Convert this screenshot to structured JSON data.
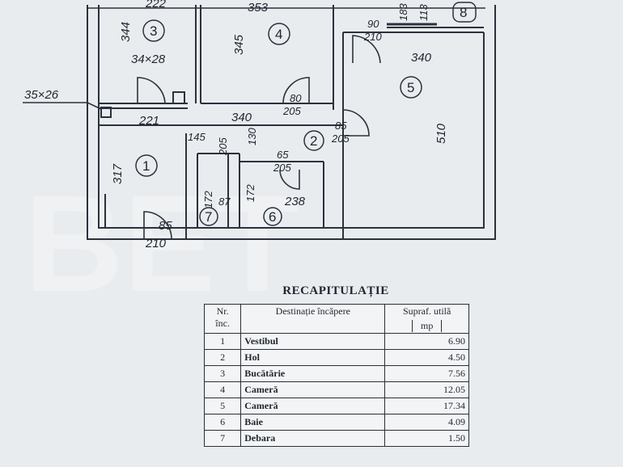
{
  "watermark": "BET",
  "plan": {
    "rooms": [
      {
        "num": "1"
      },
      {
        "num": "2"
      },
      {
        "num": "3"
      },
      {
        "num": "4"
      },
      {
        "num": "5"
      },
      {
        "num": "6"
      },
      {
        "num": "7"
      },
      {
        "num": "8"
      }
    ],
    "dimensions": {
      "d344": "344",
      "d222": "222",
      "d353": "353",
      "d345": "345",
      "d34x28": "34×28",
      "d35x26": "35×26",
      "d90": "90",
      "d210": "210",
      "d183": "183",
      "d113": "113",
      "d340a": "340",
      "d510": "510",
      "d80": "80",
      "d205": "205",
      "d221": "221",
      "d340b": "340",
      "d145": "145",
      "d205b": "205",
      "d130": "130",
      "d85": "85",
      "d205c": "205",
      "d65": "65",
      "d205d": "205",
      "d317": "317",
      "d172a": "172",
      "d87": "87",
      "d172b": "172",
      "d238": "238",
      "d85b": "85",
      "d210b": "210"
    }
  },
  "recap": {
    "title": "RECAPITULAȚIE",
    "headers": {
      "nr": "Nr.",
      "inc": "înc.",
      "destination": "Destinație încăpere",
      "surface": "Supraf. utilă",
      "unit": "mp"
    },
    "rows": [
      {
        "nr": "1",
        "name": "Vestibul",
        "area": "6.90"
      },
      {
        "nr": "2",
        "name": "Hol",
        "area": "4.50"
      },
      {
        "nr": "3",
        "name": "Bucătărie",
        "area": "7.56"
      },
      {
        "nr": "4",
        "name": "Cameră",
        "area": "12.05"
      },
      {
        "nr": "5",
        "name": "Cameră",
        "area": "17.34"
      },
      {
        "nr": "6",
        "name": "Baie",
        "area": "4.09"
      },
      {
        "nr": "7",
        "name": "Debara",
        "area": "1.50"
      }
    ]
  }
}
